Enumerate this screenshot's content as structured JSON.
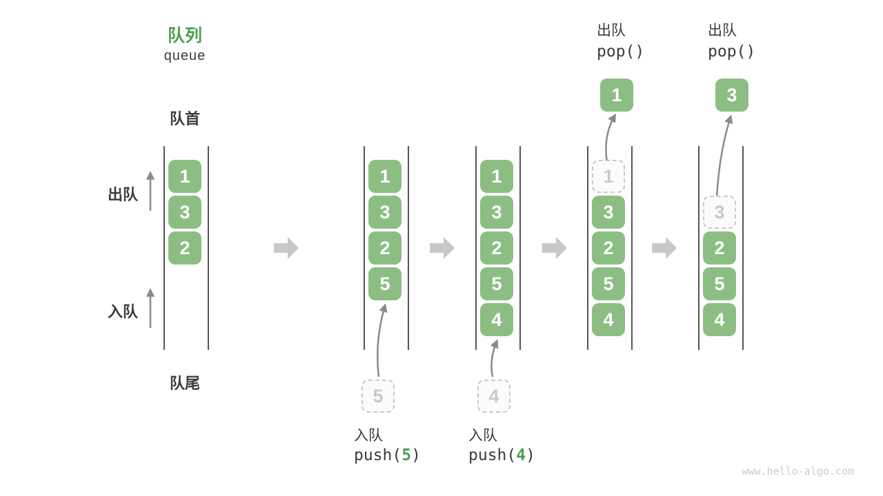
{
  "title": {
    "zh": "队列",
    "en": "queue"
  },
  "labels": {
    "front": "队首",
    "rear": "队尾",
    "dequeue": "出队",
    "enqueue": "入队"
  },
  "watermark": "www.hello-algo.com",
  "colors": {
    "box_green": "#8CBE84",
    "box_text": "#FFFFFF",
    "accent_green": "#4DA04D",
    "dark_text": "#3B3B3B",
    "arrow_gray": "#8A8A8A",
    "block_arrow_gray": "#C8C8C8",
    "dashed_gray": "#C9C9C9",
    "channel_line": "#555555"
  },
  "states": [
    {
      "name": "initial",
      "items": [
        {
          "value": "1",
          "row": 0,
          "style": "solid"
        },
        {
          "value": "3",
          "row": 1,
          "style": "solid"
        },
        {
          "value": "2",
          "row": 2,
          "style": "solid"
        }
      ]
    },
    {
      "name": "after-push-5",
      "items": [
        {
          "value": "1",
          "row": 0,
          "style": "solid"
        },
        {
          "value": "3",
          "row": 1,
          "style": "solid"
        },
        {
          "value": "2",
          "row": 2,
          "style": "solid"
        },
        {
          "value": "5",
          "row": 3,
          "style": "solid"
        }
      ],
      "operation": {
        "kind": "enqueue",
        "label": "入队",
        "code_before": "push(",
        "code_arg": "5",
        "code_after": ")",
        "incoming_value": "5"
      }
    },
    {
      "name": "after-push-4",
      "items": [
        {
          "value": "1",
          "row": 0,
          "style": "solid"
        },
        {
          "value": "3",
          "row": 1,
          "style": "solid"
        },
        {
          "value": "2",
          "row": 2,
          "style": "solid"
        },
        {
          "value": "5",
          "row": 3,
          "style": "solid"
        },
        {
          "value": "4",
          "row": 4,
          "style": "solid"
        }
      ],
      "operation": {
        "kind": "enqueue",
        "label": "入队",
        "code_before": "push(",
        "code_arg": "4",
        "code_after": ")",
        "incoming_value": "4"
      }
    },
    {
      "name": "after-pop-1",
      "items": [
        {
          "value": "1",
          "row": 0,
          "style": "dashed"
        },
        {
          "value": "3",
          "row": 1,
          "style": "solid"
        },
        {
          "value": "2",
          "row": 2,
          "style": "solid"
        },
        {
          "value": "5",
          "row": 3,
          "style": "solid"
        },
        {
          "value": "4",
          "row": 4,
          "style": "solid"
        }
      ],
      "operation": {
        "kind": "dequeue",
        "label": "出队",
        "code": "pop()",
        "popped_value": "1"
      }
    },
    {
      "name": "after-pop-3",
      "items": [
        {
          "value": "3",
          "row": 1,
          "style": "dashed"
        },
        {
          "value": "2",
          "row": 2,
          "style": "solid"
        },
        {
          "value": "5",
          "row": 3,
          "style": "solid"
        },
        {
          "value": "4",
          "row": 4,
          "style": "solid"
        }
      ],
      "operation": {
        "kind": "dequeue",
        "label": "出队",
        "code": "pop()",
        "popped_value": "3"
      }
    }
  ]
}
